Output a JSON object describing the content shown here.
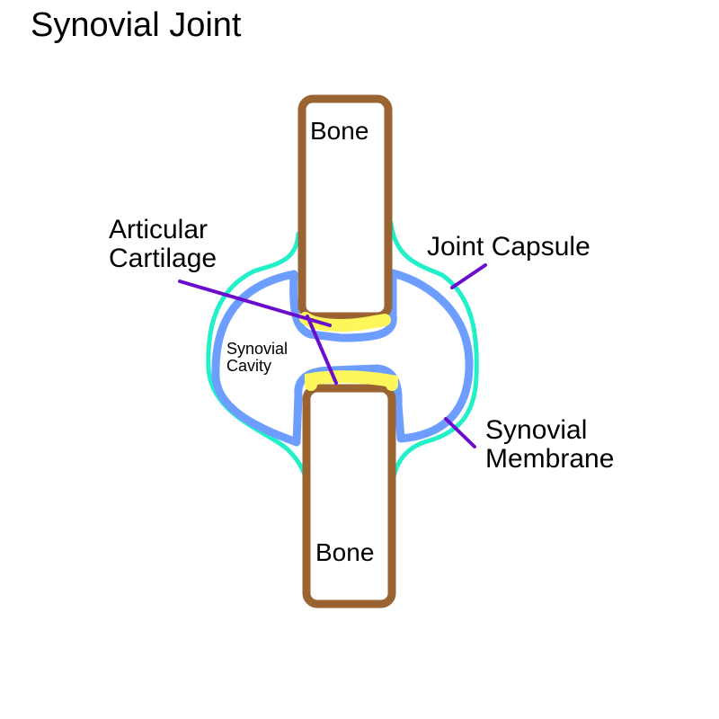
{
  "title": "Synovial Joint",
  "labels": {
    "bone_top": "Bone",
    "bone_bottom": "Bone",
    "articular_cartilage": [
      "Articular",
      "Cartilage"
    ],
    "joint_capsule": "Joint Capsule",
    "synovial_cavity": [
      "Synovial",
      "Cavity"
    ],
    "synovial_membrane": [
      "Synovial",
      "Membrane"
    ]
  },
  "colors": {
    "bone": "#9a6332",
    "cartilage": "#fdf75c",
    "membrane": "#6d9eff",
    "capsule": "#22f0c8",
    "pointer": "#6a0dcc"
  }
}
